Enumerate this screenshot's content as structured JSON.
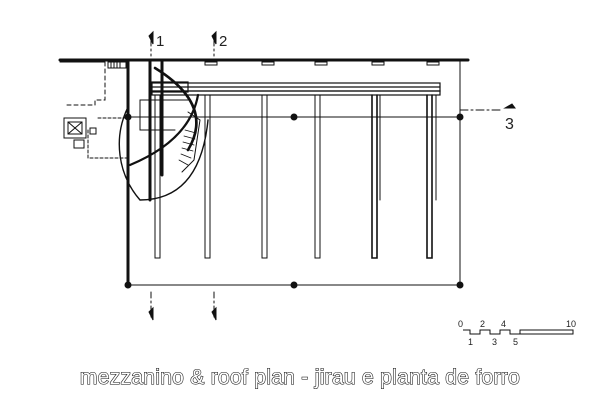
{
  "caption": "mezzanino & roof plan - jirau e planta de forro",
  "section_markers": [
    "1",
    "2",
    "3"
  ],
  "scale_bar": {
    "top_labels": [
      "0",
      "2",
      "4",
      "10"
    ],
    "bottom_labels": [
      "1",
      "3",
      "5"
    ]
  }
}
